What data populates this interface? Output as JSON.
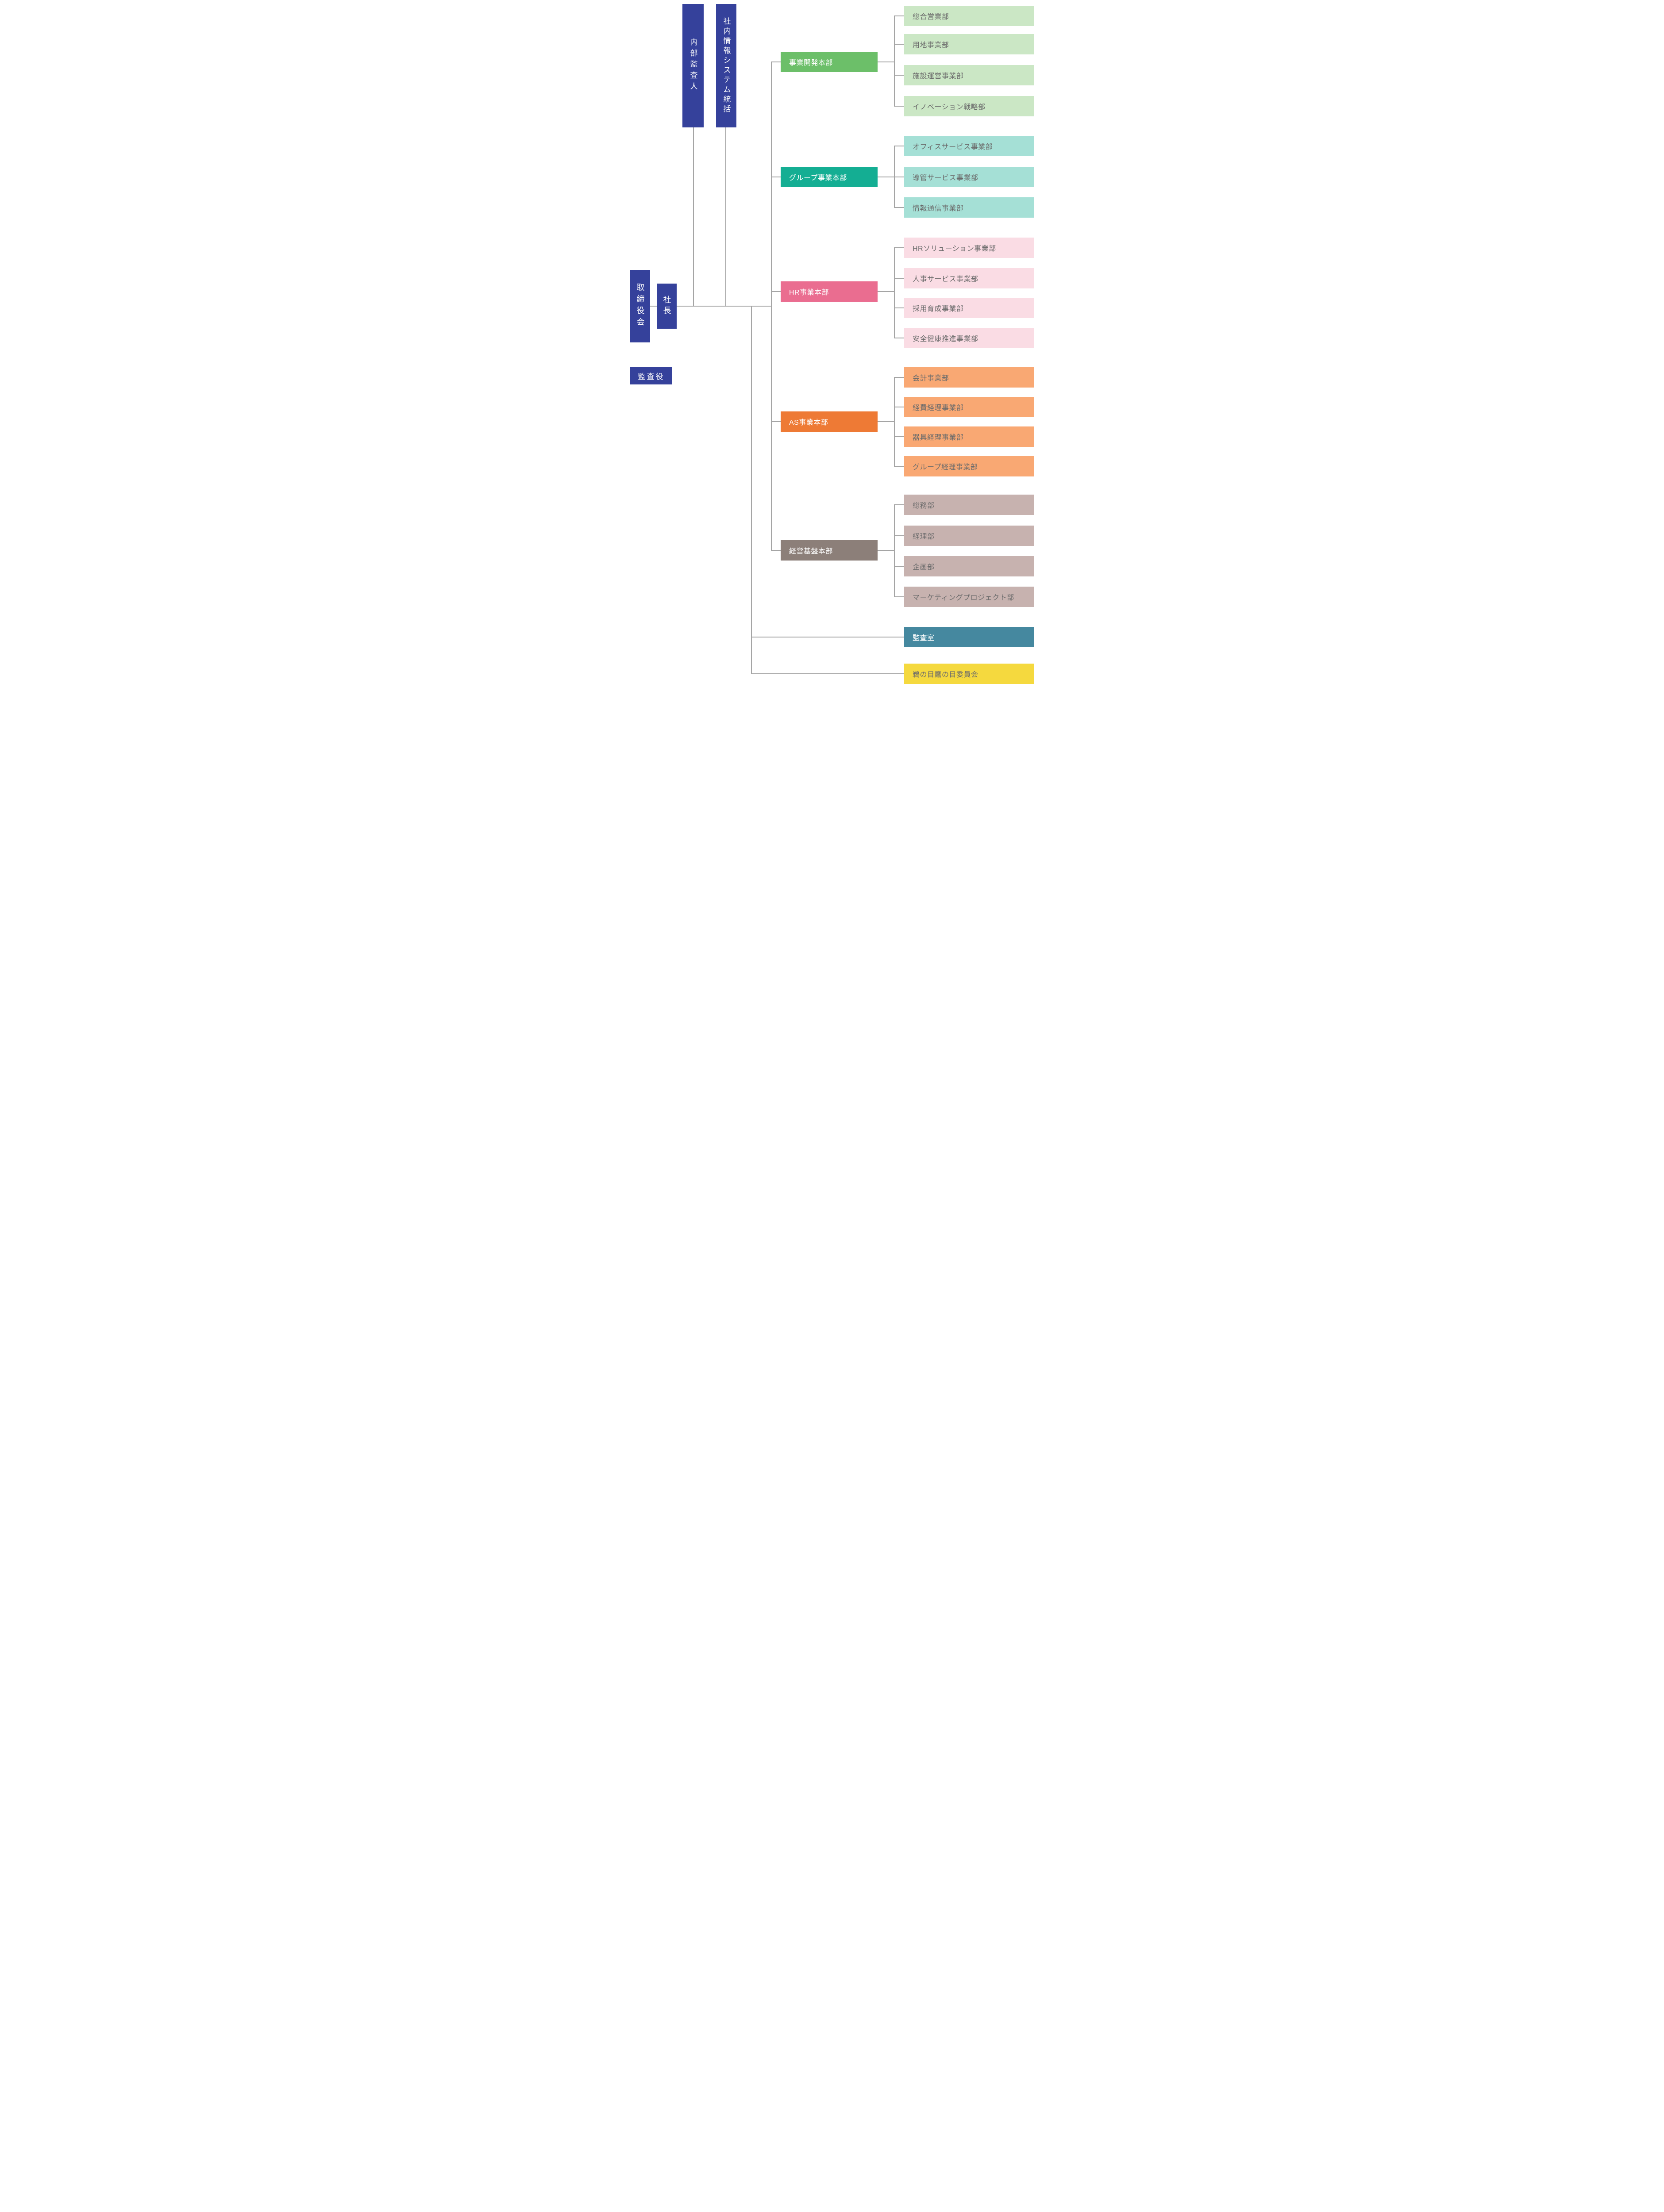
{
  "palette": {
    "navy": "#35419B",
    "line": "#A5A5A5",
    "text-gray": "#6B6B6B",
    "green-main": "#6CBF69",
    "green-light": "#CBE7C5",
    "teal-main": "#14AE93",
    "teal-light": "#A5E0D6",
    "pink-main": "#EA6D90",
    "pink-light": "#FADCE4",
    "orange-main": "#EE7A35",
    "orange-light": "#F9A873",
    "brown-main": "#8C7F79",
    "brown-light": "#C7B2AF",
    "audit-teal": "#45889F",
    "yellow": "#F5D93E"
  },
  "executive": {
    "board": "取締役会",
    "president": "社長",
    "auditor": "監査役",
    "internal_auditor": "内部監査人",
    "internal_it": "社内情報システム統括"
  },
  "divisions": [
    {
      "label": "事業開発本部",
      "departments": [
        "総合営業部",
        "用地事業部",
        "施設運営事業部",
        "イノベーション戦略部"
      ]
    },
    {
      "label": "グループ事業本部",
      "departments": [
        "オフィスサービス事業部",
        "導管サービス事業部",
        "情報通信事業部"
      ]
    },
    {
      "label": "HR事業本部",
      "departments": [
        "HRソリューション事業部",
        "人事サービス事業部",
        "採用育成事業部",
        "安全健康推進事業部"
      ]
    },
    {
      "label": "AS事業本部",
      "departments": [
        "会計事業部",
        "経費経理事業部",
        "器具経理事業部",
        "グループ経理事業部"
      ]
    },
    {
      "label": "経営基盤本部",
      "departments": [
        "総務部",
        "経理部",
        "企画部",
        "マーケティングプロジェクト部"
      ]
    }
  ],
  "independent": {
    "audit_office": "監査室",
    "committee": "鵜の目鷹の目委員会"
  }
}
